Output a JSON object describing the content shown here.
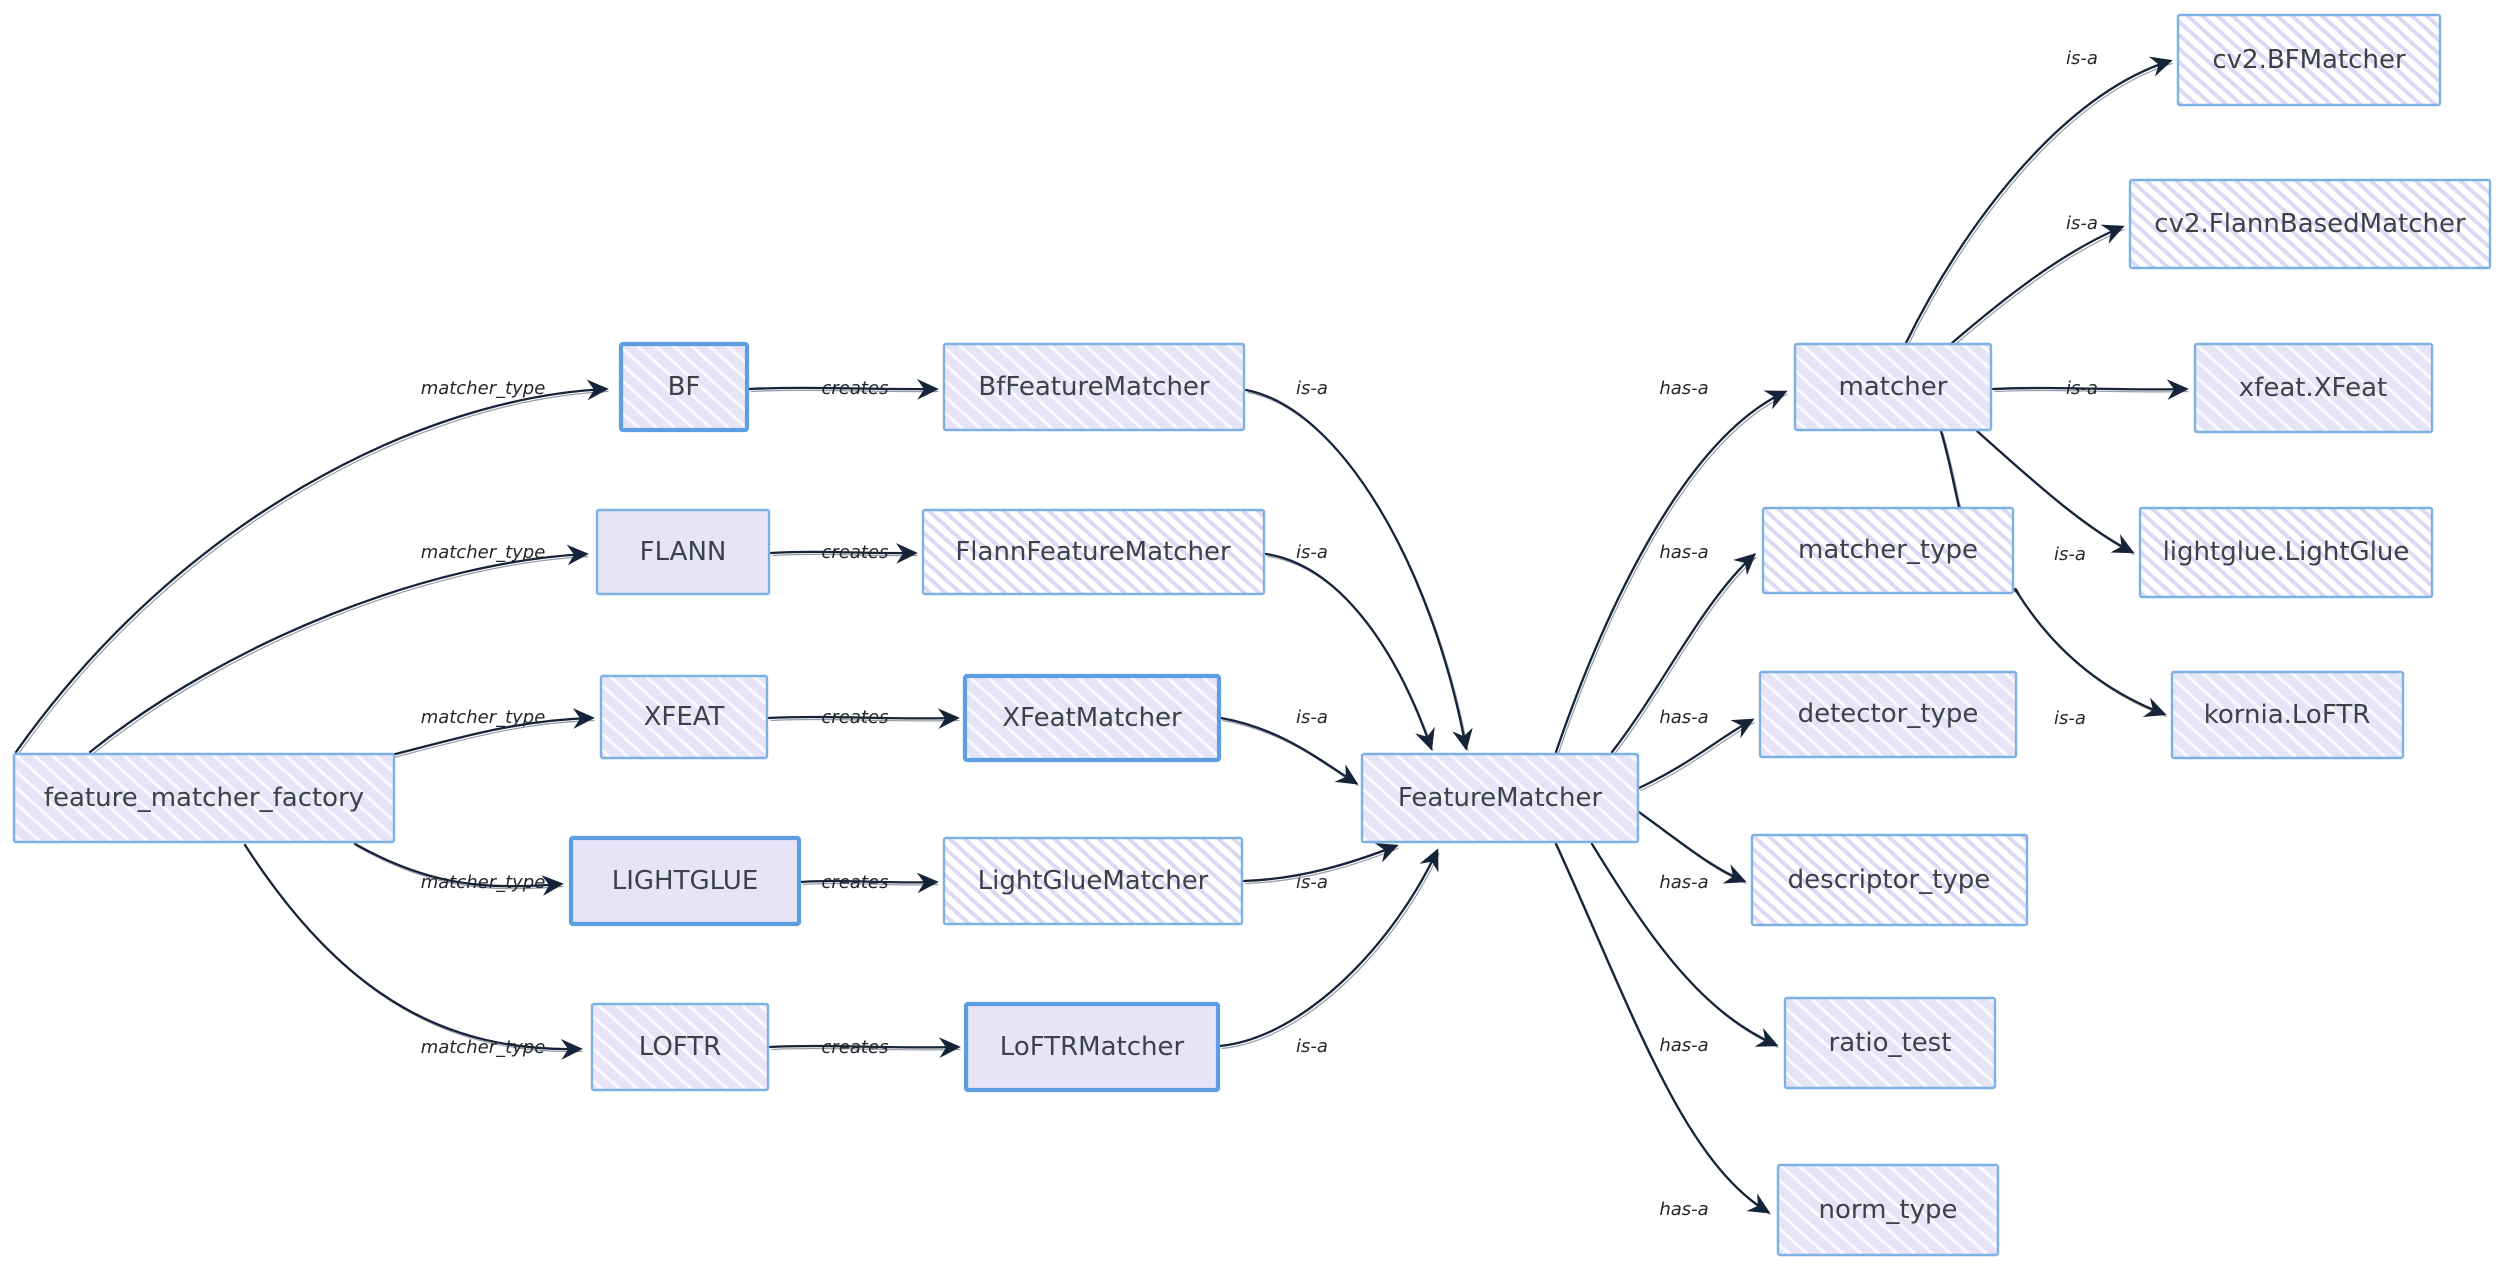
{
  "diagram": {
    "type": "class-relationship-graph",
    "background": "#ffffff",
    "colors": {
      "node_border": "#7fb0e4",
      "node_border_strong": "#5d9ee2",
      "node_fill_lavender": "#e7e4f8",
      "node_hatch_line": "#dcd8f2",
      "node_text": "#3d4249",
      "edge_stroke": "#16243a",
      "edge_label_text": "#23262b"
    },
    "nodes": {
      "factory": {
        "label": "feature_matcher_factory"
      },
      "bf": {
        "label": "BF"
      },
      "flann": {
        "label": "FLANN"
      },
      "xfeat": {
        "label": "XFEAT"
      },
      "lightglue": {
        "label": "LIGHTGLUE"
      },
      "loftr": {
        "label": "LOFTR"
      },
      "bf_matcher": {
        "label": "BfFeatureMatcher"
      },
      "flann_matcher": {
        "label": "FlannFeatureMatcher"
      },
      "xfeat_matcher": {
        "label": "XFeatMatcher"
      },
      "lightglue_matcher": {
        "label": "LightGlueMatcher"
      },
      "loftr_matcher": {
        "label": "LoFTRMatcher"
      },
      "feature_matcher": {
        "label": "FeatureMatcher"
      },
      "matcher": {
        "label": "matcher"
      },
      "matcher_type": {
        "label": "matcher_type"
      },
      "detector_type": {
        "label": "detector_type"
      },
      "descriptor_type": {
        "label": "descriptor_type"
      },
      "ratio_test": {
        "label": "ratio_test"
      },
      "norm_type": {
        "label": "norm_type"
      },
      "cv2_bfmatcher": {
        "label": "cv2.BFMatcher"
      },
      "cv2_flannbasedmatcher": {
        "label": "cv2.FlannBasedMatcher"
      },
      "xfeat_xfeat": {
        "label": "xfeat.XFeat"
      },
      "lightglue_lightglue": {
        "label": "lightglue.LightGlue"
      },
      "kornia_loftr": {
        "label": "kornia.LoFTR"
      }
    },
    "edges": [
      {
        "from": "feature_matcher_factory",
        "to": "BF",
        "label": "matcher_type"
      },
      {
        "from": "feature_matcher_factory",
        "to": "FLANN",
        "label": "matcher_type"
      },
      {
        "from": "feature_matcher_factory",
        "to": "XFEAT",
        "label": "matcher_type"
      },
      {
        "from": "feature_matcher_factory",
        "to": "LIGHTGLUE",
        "label": "matcher_type"
      },
      {
        "from": "feature_matcher_factory",
        "to": "LOFTR",
        "label": "matcher_type"
      },
      {
        "from": "BF",
        "to": "BfFeatureMatcher",
        "label": "creates"
      },
      {
        "from": "FLANN",
        "to": "FlannFeatureMatcher",
        "label": "creates"
      },
      {
        "from": "XFEAT",
        "to": "XFeatMatcher",
        "label": "creates"
      },
      {
        "from": "LIGHTGLUE",
        "to": "LightGlueMatcher",
        "label": "creates"
      },
      {
        "from": "LOFTR",
        "to": "LoFTRMatcher",
        "label": "creates"
      },
      {
        "from": "BfFeatureMatcher",
        "to": "FeatureMatcher",
        "label": "is-a"
      },
      {
        "from": "FlannFeatureMatcher",
        "to": "FeatureMatcher",
        "label": "is-a"
      },
      {
        "from": "XFeatMatcher",
        "to": "FeatureMatcher",
        "label": "is-a"
      },
      {
        "from": "LightGlueMatcher",
        "to": "FeatureMatcher",
        "label": "is-a"
      },
      {
        "from": "LoFTRMatcher",
        "to": "FeatureMatcher",
        "label": "is-a"
      },
      {
        "from": "FeatureMatcher",
        "to": "matcher",
        "label": "has-a"
      },
      {
        "from": "FeatureMatcher",
        "to": "matcher_type",
        "label": "has-a"
      },
      {
        "from": "FeatureMatcher",
        "to": "detector_type",
        "label": "has-a"
      },
      {
        "from": "FeatureMatcher",
        "to": "descriptor_type",
        "label": "has-a"
      },
      {
        "from": "FeatureMatcher",
        "to": "ratio_test",
        "label": "has-a"
      },
      {
        "from": "FeatureMatcher",
        "to": "norm_type",
        "label": "has-a"
      },
      {
        "from": "matcher",
        "to": "cv2.BFMatcher",
        "label": "is-a"
      },
      {
        "from": "matcher",
        "to": "cv2.FlannBasedMatcher",
        "label": "is-a"
      },
      {
        "from": "matcher",
        "to": "xfeat.XFeat",
        "label": "is-a"
      },
      {
        "from": "matcher",
        "to": "lightglue.LightGlue",
        "label": "is-a"
      },
      {
        "from": "matcher",
        "to": "kornia.LoFTR",
        "label": "is-a"
      }
    ]
  }
}
